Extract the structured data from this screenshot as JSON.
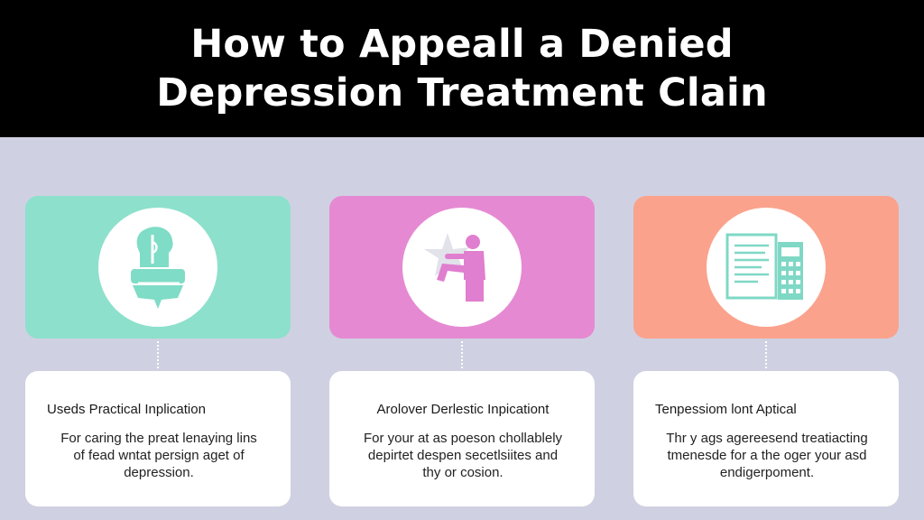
{
  "title": {
    "line1": "How to Appeall a Denied",
    "line2": "Depression Treatment Clain"
  },
  "colors": {
    "header_bg": "#000000",
    "page_bg": "#cfd1e2",
    "card1": "#8de0cc",
    "card2": "#e58ad2",
    "card3": "#fba28c"
  },
  "cards": [
    {
      "icon": "head-silhouette-icon",
      "heading": "Useds Practical Inplication",
      "body": [
        "For caring the preat lenaying lins",
        "of fead wntat persign aget of",
        "depression."
      ]
    },
    {
      "icon": "sitting-person-icon",
      "heading": "Arolover Derlestic Inpicationt",
      "body": [
        "For your at as poeson chollablely",
        "depirtet despen secetlsiites and",
        "thy or cosion."
      ]
    },
    {
      "icon": "document-calculator-icon",
      "heading": "Tenpessiom lont Aptical",
      "body": [
        "Thr y ags agereesend treatiacting",
        "tmenesde for a the oger your asd",
        "endigerpoment."
      ]
    }
  ]
}
